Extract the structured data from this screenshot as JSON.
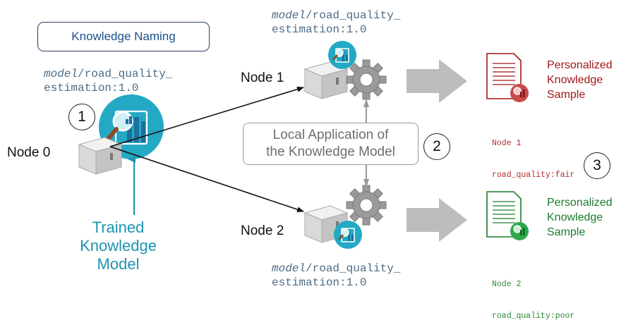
{
  "knowledge_naming": {
    "label": "Knowledge Naming"
  },
  "model_names": {
    "node0": {
      "prefix": "model",
      "line1_rest": "/road_quality_",
      "line2": "estimation:1.0"
    },
    "node1": {
      "prefix": "model",
      "line1_rest": "/road_quality_",
      "line2": "estimation:1.0"
    },
    "node2": {
      "prefix": "model",
      "line1_rest": "/road_quality_",
      "line2": "estimation:1.0"
    }
  },
  "nodes": {
    "node0": "Node 0",
    "node1": "Node 1",
    "node2": "Node 2"
  },
  "steps": {
    "step1": "1",
    "step2": "2",
    "step3": "3"
  },
  "local_application": {
    "line1": "Local Application of",
    "line2": "the Knowledge Model"
  },
  "trained_model": {
    "line1": "Trained",
    "line2": "Knowledge",
    "line3": "Model"
  },
  "samples": {
    "sample1": {
      "line1": "Personalized",
      "line2": "Knowledge",
      "line3": "Sample",
      "node": "Node 1",
      "value": "road_quality:fair",
      "color": "#a11717"
    },
    "sample2": {
      "line1": "Personalized",
      "line2": "Knowledge",
      "line3": "Sample",
      "node": "Node 2",
      "value": "road_quality:poor",
      "color": "#1a7d2b"
    }
  },
  "icons": {
    "device": "device-icon",
    "model_badge": "model-badge-icon",
    "gear": "gear-icon",
    "document": "document-icon",
    "big_arrow": "arrow-right-icon"
  },
  "colors": {
    "teal": "#23a9c4",
    "doc_red": "#a11717",
    "doc_green": "#1a7d2b",
    "arrow_gray": "#bdbdbd"
  }
}
